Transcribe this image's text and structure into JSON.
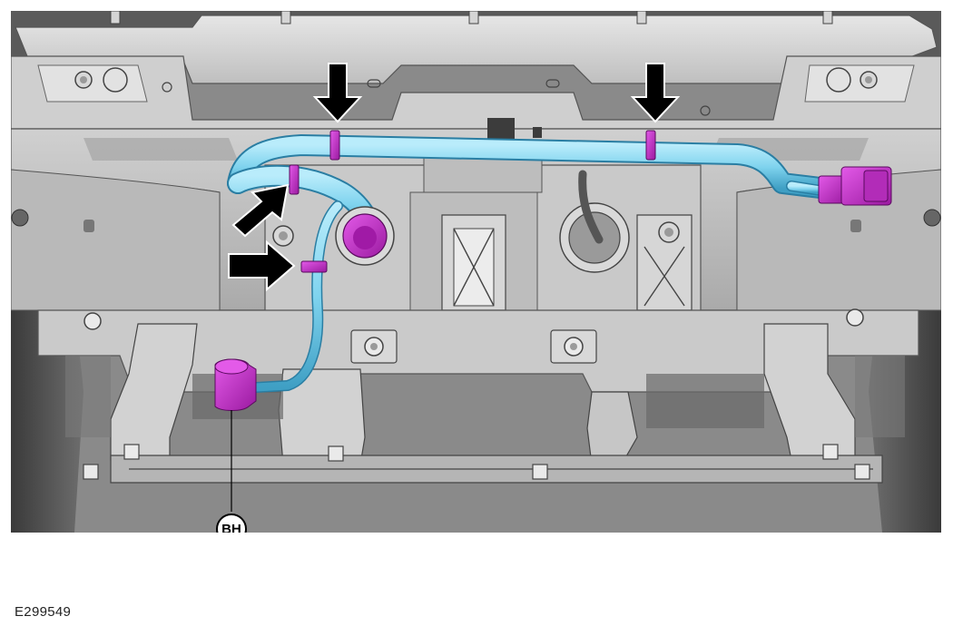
{
  "figure": {
    "id": "E299549",
    "callouts": [
      {
        "label": "BH"
      }
    ],
    "arrows": [
      {
        "name": "top-left-down-arrow"
      },
      {
        "name": "top-right-down-arrow"
      },
      {
        "name": "left-diagonal-arrow"
      },
      {
        "name": "left-horizontal-arrow"
      }
    ],
    "colors": {
      "harness": "#7fd3ee",
      "connector": "#c020c8",
      "metal_light": "#dcdcdc",
      "metal_mid": "#bdbdbd",
      "metal_dark": "#8c8c8c",
      "shadow": "#4a4a4a"
    }
  }
}
